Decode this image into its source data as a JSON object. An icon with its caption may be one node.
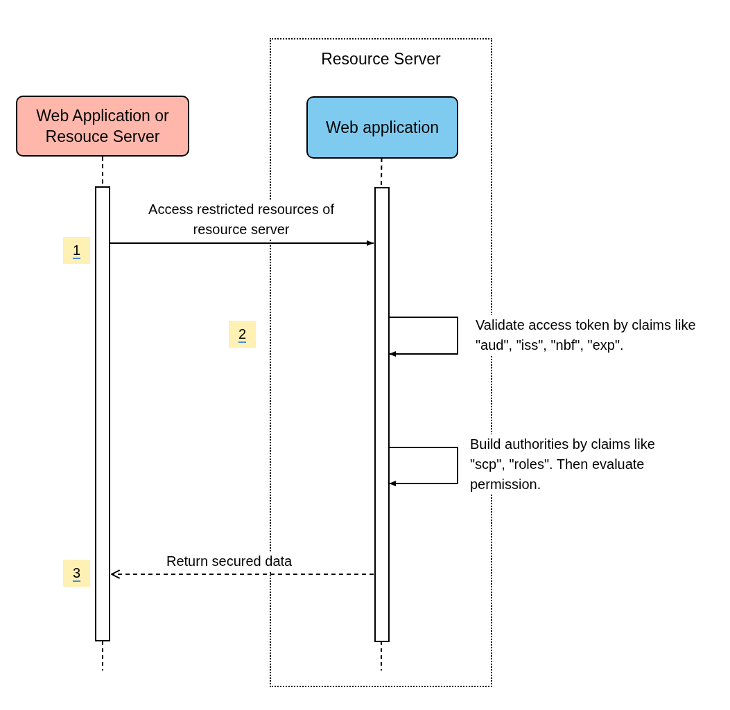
{
  "diagram": {
    "nodes": [
      {
        "text": [
          "Resource Server"
        ]
      },
      {
        "text": [
          "Web Application or Resouce Server"
        ]
      },
      {
        "text": [
          "Web application"
        ],
        "in": 0
      },
      {
        "text": [],
        "shape": "bar"
      },
      {
        "text": [],
        "shape": "bar",
        "in": 0
      }
    ],
    "edges": [
      {
        "from": 1,
        "to": 3,
        "arrow": "none",
        "style": "dashed"
      },
      {
        "from": 2,
        "to": 4,
        "arrow": "none",
        "style": "dashed"
      },
      {
        "from": 3,
        "to": 4,
        "arrow": "to",
        "label": "Access restricted resources of resource server"
      },
      {
        "from": 4,
        "to": 4,
        "arrow": "to",
        "label": "Validate access token by claims like \"aud\", \"iss\", \"nbf\", \"exp\"."
      },
      {
        "from": 4,
        "to": 4,
        "arrow": "to",
        "label": "Build authorities by claims like \"scp\", \"roles\". Then evaluate permission."
      },
      {
        "from": 4,
        "to": 3,
        "arrow": "to",
        "style": "dashed",
        "label": "Return secured data"
      }
    ],
    "labels": [
      "1",
      "2",
      "3"
    ]
  }
}
